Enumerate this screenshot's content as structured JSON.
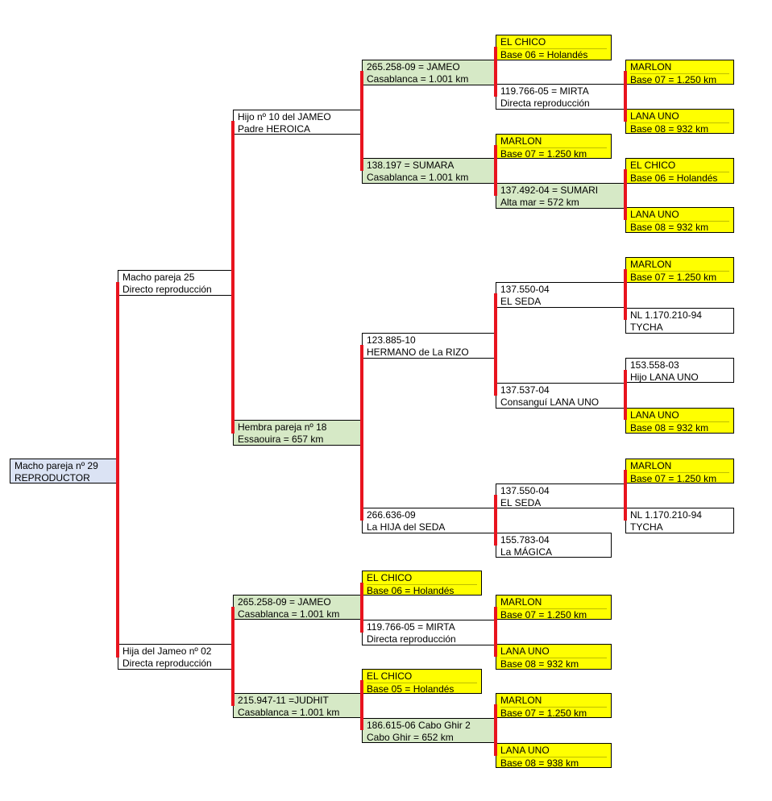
{
  "colors": {
    "white": "#ffffff",
    "yellow": "#ffff00",
    "green": "#d6e9c6",
    "blue": "#dbe3f4",
    "connector": "#e8141e",
    "border": "#000000"
  },
  "nodes": [
    {
      "id": "root",
      "l1": "Macho pareja nº 29",
      "l2": "REPRODUCTOR",
      "color": "blue"
    },
    {
      "id": "a1",
      "l1": "Macho pareja 25",
      "l2": "Directo reproducción",
      "color": "white"
    },
    {
      "id": "a2",
      "l1": "Hija del Jameo nº 02",
      "l2": "Directa reproducción",
      "color": "white"
    },
    {
      "id": "b1",
      "l1": "Hijo nº 10 del JAMEO",
      "l2": "Padre HEROICA",
      "color": "white"
    },
    {
      "id": "b2",
      "l1": "Hembra pareja nº 18",
      "l2": "Essaouira = 657 km",
      "color": "green"
    },
    {
      "id": "b3",
      "l1": "265.258-09 = JAMEO",
      "l2": "Casablanca  = 1.001 km",
      "color": "green"
    },
    {
      "id": "b4",
      "l1": "215.947-11 =JUDHIT",
      "l2": "Casablanca = 1.001 km",
      "color": "green"
    },
    {
      "id": "c1",
      "l1": "265.258-09 = JAMEO",
      "l2": "Casablanca  = 1.001 km",
      "color": "green"
    },
    {
      "id": "c2",
      "l1": "138.197 = SUMARA",
      "l2": "Casablanca = 1.001 km",
      "color": "green"
    },
    {
      "id": "c3",
      "l1": "123.885-10",
      "l2": "HERMANO de La RIZO",
      "color": "white"
    },
    {
      "id": "c4",
      "l1": "266.636-09",
      "l2": "La HIJA del SEDA",
      "color": "white"
    },
    {
      "id": "c5",
      "l1": "EL CHICO",
      "l2": "Base 06 = Holandés",
      "color": "yellow"
    },
    {
      "id": "c6",
      "l1": "119.766-05 = MIRTA",
      "l2": "Directa reproducción",
      "color": "white"
    },
    {
      "id": "c7",
      "l1": "EL CHICO",
      "l2": "Base 05 = Holandés",
      "color": "yellow"
    },
    {
      "id": "c8",
      "l1": "186.615-06 Cabo Ghir 2",
      "l2": "Cabo Ghir = 652 km",
      "color": "green"
    },
    {
      "id": "d1",
      "l1": "EL CHICO",
      "l2": "Base 06 = Holandés",
      "color": "yellow"
    },
    {
      "id": "d2",
      "l1": "119.766-05 = MIRTA",
      "l2": "Directa reproducción",
      "color": "white"
    },
    {
      "id": "d3",
      "l1": "MARLON",
      "l2": "Base 07 = 1.250 km",
      "color": "yellow"
    },
    {
      "id": "d4",
      "l1": "137.492-04 = SUMARI",
      "l2": "Alta mar = 572 km",
      "color": "green"
    },
    {
      "id": "d5",
      "l1": "137.550-04",
      "l2": "EL SEDA",
      "color": "white"
    },
    {
      "id": "d6",
      "l1": "137.537-04",
      "l2": "Consanguí LANA UNO",
      "color": "white"
    },
    {
      "id": "d7",
      "l1": "137.550-04",
      "l2": "EL SEDA",
      "color": "white"
    },
    {
      "id": "d8",
      "l1": "155.783-04",
      "l2": "La MÁGICA",
      "color": "white"
    },
    {
      "id": "d9",
      "l1": "MARLON",
      "l2": "Base 07 = 1.250 km",
      "color": "yellow"
    },
    {
      "id": "d10",
      "l1": "LANA UNO",
      "l2": "Base 08 = 932 km",
      "color": "yellow"
    },
    {
      "id": "d11",
      "l1": "MARLON",
      "l2": "Base 07 = 1.250 km",
      "color": "yellow"
    },
    {
      "id": "d12",
      "l1": "LANA UNO",
      "l2": "Base 08 = 938 km",
      "color": "yellow"
    },
    {
      "id": "e1",
      "l1": "MARLON",
      "l2": "Base 07 = 1.250 km",
      "color": "yellow"
    },
    {
      "id": "e2",
      "l1": "LANA UNO",
      "l2": "Base 08 = 932 km",
      "color": "yellow"
    },
    {
      "id": "e3",
      "l1": "EL CHICO",
      "l2": "Base 06 = Holandés",
      "color": "yellow"
    },
    {
      "id": "e4",
      "l1": "LANA UNO",
      "l2": "Base 08 = 932 km",
      "color": "yellow"
    },
    {
      "id": "e5",
      "l1": "MARLON",
      "l2": "Base 07 = 1.250 km",
      "color": "yellow"
    },
    {
      "id": "e6",
      "l1": "NL 1.170.210-94",
      "l2": "TYCHA",
      "color": "white"
    },
    {
      "id": "e7",
      "l1": "153.558-03",
      "l2": "Hijo LANA UNO",
      "color": "white"
    },
    {
      "id": "e8",
      "l1": "LANA UNO",
      "l2": "Base 08 = 932 km",
      "color": "yellow"
    },
    {
      "id": "e9",
      "l1": "MARLON",
      "l2": "Base 07 = 1.250 km",
      "color": "yellow"
    },
    {
      "id": "e10",
      "l1": "NL 1.170.210-94",
      "l2": "TYCHA",
      "color": "white"
    }
  ]
}
